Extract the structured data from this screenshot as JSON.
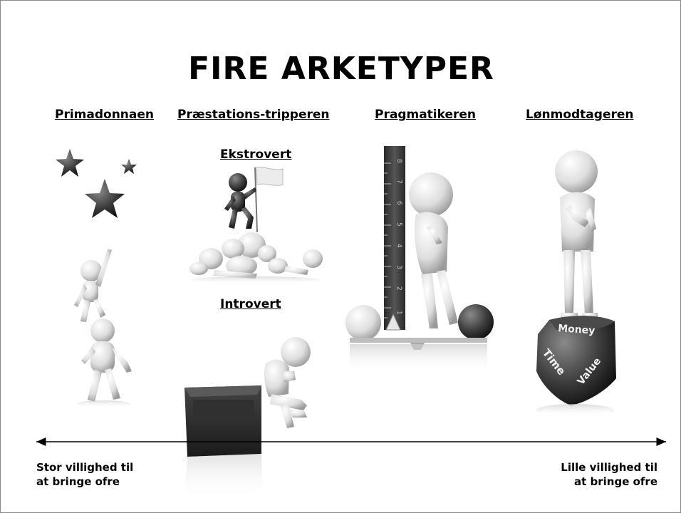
{
  "title": "FIRE ARKETYPER",
  "archetypes": [
    {
      "label": "Primadonnaen"
    },
    {
      "label": "Præstations-tripperen",
      "sub_top": "Ekstrovert",
      "sub_bottom": "Introvert"
    },
    {
      "label": "Pragmatikeren"
    },
    {
      "label": "Lønmodtageren"
    }
  ],
  "dice_words": [
    "Money",
    "Time",
    "Value"
  ],
  "ruler_marks": [
    "1",
    "2",
    "3",
    "4",
    "5",
    "6",
    "7",
    "8"
  ],
  "scale": {
    "left": [
      "Stor villighed til",
      "at bringe ofre"
    ],
    "right": [
      "Lille villighed til",
      "at bringe ofre"
    ]
  },
  "colors": {
    "figure": "#d9d9d9",
    "dark": "#3a3a3a",
    "line": "#000000"
  }
}
